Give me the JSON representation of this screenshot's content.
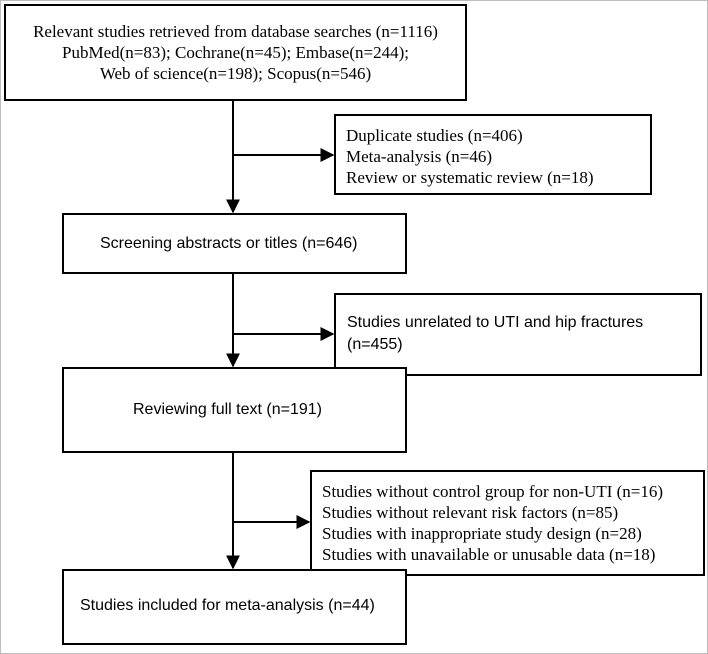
{
  "boxes": {
    "identification": {
      "lines": [
        "Relevant studies retrieved from database searches (n=1116)",
        "PubMed(n=83); Cochrane(n=45); Embase(n=244);",
        "Web of science(n=198); Scopus(n=546)"
      ]
    },
    "excluded_1": {
      "lines": [
        "Duplicate studies (n=406)",
        "Meta-analysis (n=46)",
        "Review or systematic review (n=18)"
      ]
    },
    "screening": {
      "lines": [
        "Screening abstracts or titles (n=646)"
      ]
    },
    "excluded_2": {
      "lines": [
        "Studies unrelated to UTI and hip fractures",
        "(n=455)"
      ]
    },
    "full_text": {
      "lines": [
        "Reviewing full text (n=191)"
      ]
    },
    "excluded_3": {
      "lines": [
        "Studies without control group for non-UTI (n=16)",
        "Studies without relevant risk factors (n=85)",
        "Studies with inappropriate study design (n=28)",
        "Studies with unavailable or unusable data (n=18)"
      ]
    },
    "included": {
      "lines": [
        "Studies included for meta-analysis (n=44)"
      ]
    }
  }
}
